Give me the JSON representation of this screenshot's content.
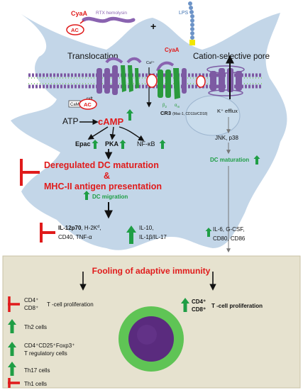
{
  "top": {
    "cyaa": "CyaA",
    "rtx": "RTX hemolysin",
    "ac": "AC",
    "plus": "+",
    "lps": "LPS"
  },
  "membrane": {
    "translocation": "Translocation",
    "raft": "raft",
    "ca": "Ca²⁺",
    "cyaa": "CyaA",
    "ac": "AC",
    "pore": "Cation-selective pore",
    "beta2": "β",
    "beta2_sub": "2",
    "alpham": "α",
    "alpham_sub": "m",
    "cr3": "CR3",
    "cr3_detail": "(Mac-1, CD11b/CD18)",
    "cam": "CaM",
    "k_efflux": "K⁺ efflux"
  },
  "signaling": {
    "atp": "ATP",
    "camp": "cAMP",
    "epac": "Epac",
    "pka": "PKA",
    "nfkb": "NF-κB",
    "jnk": "JNK, p38",
    "dc_maturation_right": "DC maturation",
    "dereg_line1": "Deregulated DC maturation",
    "dereg_line2": "&",
    "dereg_line3": "MHC-II antigen presentation",
    "dc_migration": "DC migration"
  },
  "cytokines": {
    "down_line1_bold": "IL-12p70",
    "down_line1_rest": ", H-2K",
    "down_line1_sup": "d",
    "down_line1_end": ",",
    "down_line2": "CD40, TNF-α",
    "up_line1": "IL-10,",
    "up_line2": "IL-1β/IL-17",
    "right_line1": "IL-6, G-CSF,",
    "right_line2": "CD80, CD86"
  },
  "bottom": {
    "title": "Fooling of adaptive immunity",
    "left": {
      "cd4": "CD4⁺",
      "cd8": "CD8⁺",
      "tprolif": "T -cell proliferation",
      "th2": "Th2 cells",
      "treg1": "CD4⁺CD25⁺Foxp3⁺",
      "treg2": "T regulatory cells",
      "th17": "Th17 cells",
      "th1": "Th1 cells"
    },
    "right": {
      "cd4": "CD4⁺",
      "cd8": "CD8⁺",
      "tprolif": "T -cell proliferation"
    }
  },
  "colors": {
    "red": "#e01b1b",
    "green": "#1f9e45",
    "cell": "#b9cfe4",
    "purple": "#8a63b0",
    "panel": "#e6e2cf",
    "lcell_outer": "#5fc455",
    "lcell_inner": "#5a2b7e"
  },
  "icons": [
    "up-arrow-icon",
    "down-inhibit-icon",
    "arrow-icon"
  ]
}
